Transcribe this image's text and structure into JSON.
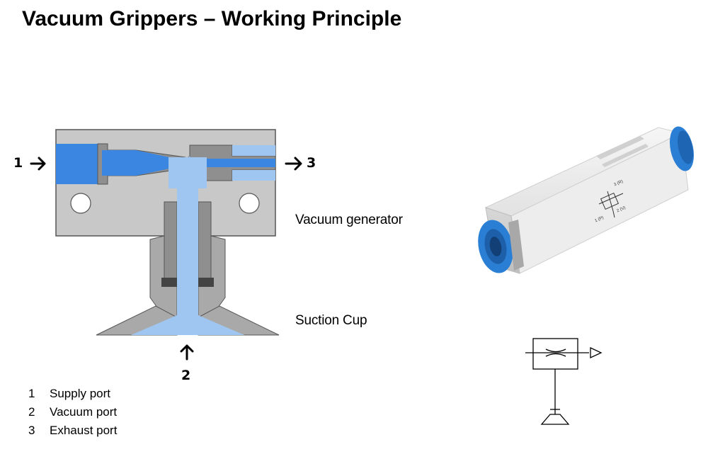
{
  "title": "Vacuum Grippers – Working Principle",
  "ports": {
    "supply_num": "1",
    "vacuum_num": "2",
    "exhaust_num": "3"
  },
  "captions": {
    "vacuum_generator": "Vacuum generator",
    "suction_cup": "Suction Cup"
  },
  "legend": [
    {
      "num": "1",
      "label": "Supply port"
    },
    {
      "num": "2",
      "label": "Vacuum port"
    },
    {
      "num": "3",
      "label": "Exhaust port"
    }
  ],
  "product_label": {
    "p3": "3 (R)",
    "p1": "1 (P)",
    "p2": "2 (V)"
  },
  "colors": {
    "housing": "#c8c8c8",
    "dark_metal": "#8f8f8f",
    "air_blue": "#3a86e0",
    "vacuum_blue": "#9ec6f0",
    "fitting_blue": "#2a7fd4",
    "body_white": "#ececec"
  }
}
